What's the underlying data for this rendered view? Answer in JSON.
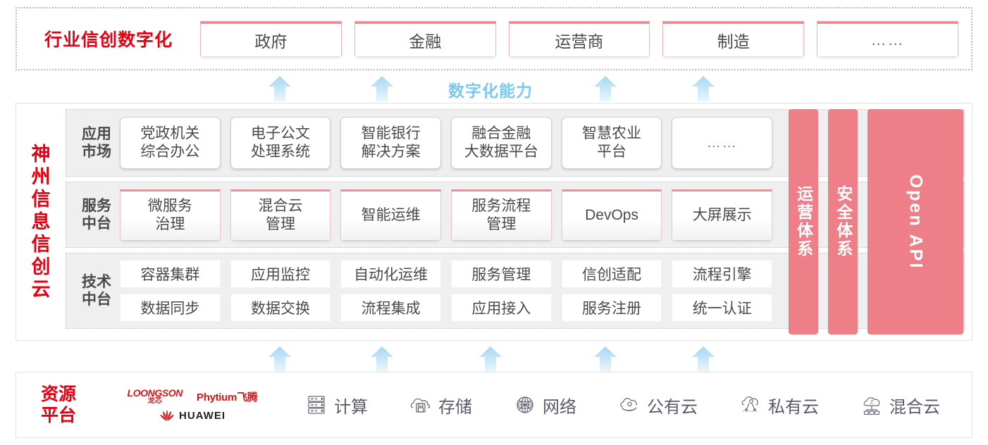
{
  "top": {
    "title": "行业信创数字化",
    "cards": [
      {
        "label": "政府"
      },
      {
        "label": "金融"
      },
      {
        "label": "运营商"
      },
      {
        "label": "制造"
      },
      {
        "label": "……"
      }
    ]
  },
  "capability": {
    "label": "数字化能力",
    "arrow_count_top": 4,
    "arrow_count_bottom": 5
  },
  "cloud": {
    "title_chars": [
      "神",
      "州",
      "信",
      "息",
      "信",
      "创",
      "云"
    ],
    "rows": [
      {
        "label": "应用市场",
        "label_lines": [
          "应用",
          "市场"
        ],
        "cards": [
          {
            "lines": [
              "党政机关",
              "综合办公"
            ]
          },
          {
            "lines": [
              "电子公文",
              "处理系统"
            ]
          },
          {
            "lines": [
              "智能银行",
              "解决方案"
            ]
          },
          {
            "lines": [
              "融合金融",
              "大数据平台"
            ]
          },
          {
            "lines": [
              "智慧农业",
              "平台"
            ]
          },
          {
            "lines": [
              "……"
            ]
          }
        ]
      },
      {
        "label": "服务中台",
        "label_lines": [
          "服务",
          "中台"
        ],
        "cards": [
          {
            "lines": [
              "微服务",
              "治理"
            ]
          },
          {
            "lines": [
              "混合云",
              "管理"
            ]
          },
          {
            "lines": [
              "智能运维"
            ]
          },
          {
            "lines": [
              "服务流程",
              "管理"
            ]
          },
          {
            "lines": [
              "DevOps"
            ]
          },
          {
            "lines": [
              "大屏展示"
            ]
          }
        ]
      },
      {
        "label": "技术中台",
        "label_lines": [
          "技术",
          "中台"
        ],
        "grid": [
          [
            "容器集群",
            "应用监控",
            "自动化运维",
            "服务管理",
            "信创适配",
            "流程引擎"
          ],
          [
            "数据同步",
            "数据交换",
            "流程集成",
            "应用接入",
            "服务注册",
            "统一认证"
          ]
        ]
      }
    ],
    "pillars": [
      {
        "text": "运营体系",
        "orientation": "vertical-cjk"
      },
      {
        "text": "安全体系",
        "orientation": "vertical-cjk"
      },
      {
        "text": "Open API",
        "orientation": "rotated"
      }
    ]
  },
  "resource": {
    "title_lines": [
      "资源",
      "平台"
    ],
    "vendors": [
      {
        "name": "LOONGSON",
        "sub": "龙芯"
      },
      {
        "name": "Phytium飞腾"
      },
      {
        "name": "HUAWEI"
      }
    ],
    "items": [
      {
        "icon": "server-rack-icon",
        "label": "计算"
      },
      {
        "icon": "cloud-storage-icon",
        "label": "存储"
      },
      {
        "icon": "network-mesh-icon",
        "label": "网络"
      },
      {
        "icon": "public-cloud-icon",
        "label": "公有云"
      },
      {
        "icon": "private-cloud-icon",
        "label": "私有云"
      },
      {
        "icon": "hybrid-cloud-icon",
        "label": "混合云"
      }
    ]
  },
  "colors": {
    "brand_red": "#e60012",
    "pink": "#ee7f89",
    "pink_border": "#ef8e96",
    "arrow_blue": "#bfe2f7",
    "label_blue": "#7ec8f0",
    "stripe_gray": "#efefef"
  }
}
